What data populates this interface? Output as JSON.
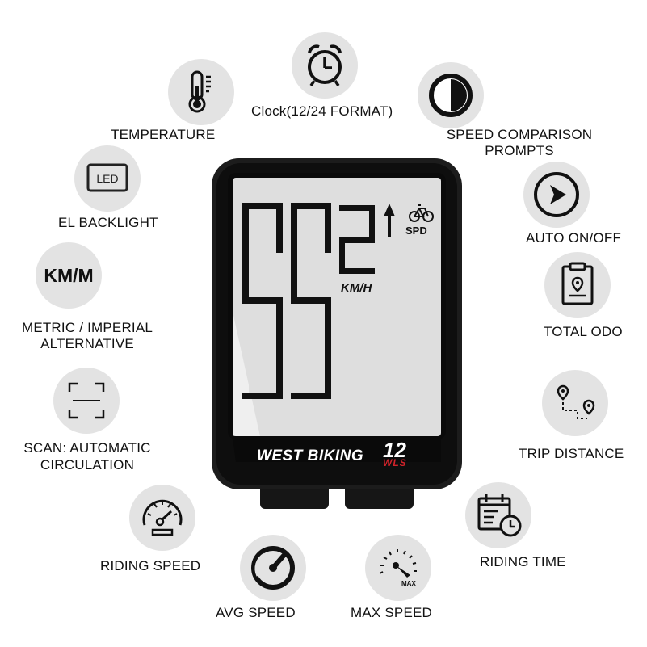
{
  "features": {
    "temperature": "TEMPERATURE",
    "clock": "Clock(12/24 FORMAT)",
    "speed_comparison": [
      "SPEED COMPARISON",
      "PROMPTS"
    ],
    "el_backlight": "EL BACKLIGHT",
    "led_badge": "LED",
    "auto_on_off": "AUTO ON/OFF",
    "km_m_badge": "KM/M",
    "metric_imperial": [
      "METRIC / IMPERIAL",
      "ALTERNATIVE"
    ],
    "total_odo": "TOTAL ODO",
    "scan": [
      "SCAN: AUTOMATIC",
      "CIRCULATION"
    ],
    "trip_distance": "TRIP DISTANCE",
    "riding_speed": "RIDING SPEED",
    "riding_time": "RIDING TIME",
    "avg_speed": "AVG SPEED",
    "max_speed": "MAX SPEED",
    "max_badge": "MAX"
  },
  "device": {
    "main_digits": "55",
    "sub_digit": "2",
    "unit": "KM/H",
    "mode": "SPD",
    "brand": "WEST BIKING",
    "model": "12",
    "model_suffix": "WLS"
  },
  "colors": {
    "circle": "#e3e3e3",
    "accent_red": "#d2232a",
    "device_body": "#1a1a1a"
  }
}
